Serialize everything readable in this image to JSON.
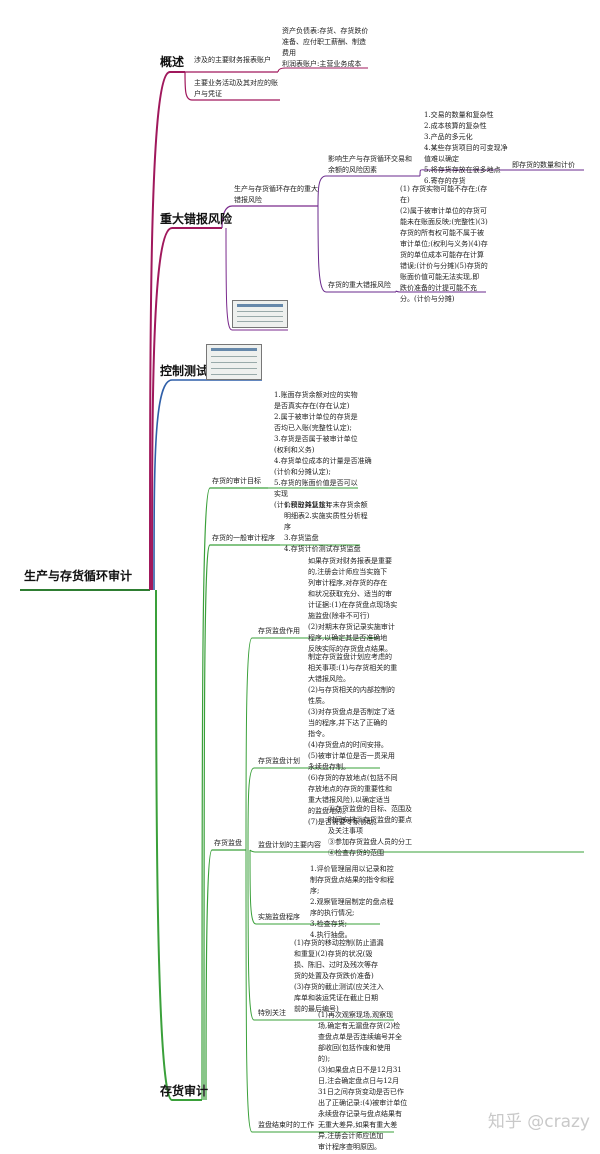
{
  "root": "生产与存货循环审计",
  "watermark": "知乎 @crazy",
  "colors": {
    "root_line": "#2e7d32",
    "branch1": "#a0185c",
    "branch2": "#a0185c",
    "branch3": "#2f5fa8",
    "branch4": "#3aa03a",
    "b2_deep": "#6a2a8c"
  },
  "b1": {
    "label": "概述",
    "n1": "涉及的主要财务报表账户",
    "n1_detail": "资产负债表:存货、存货跌价\n准备、应付职工薪酬、制造\n费用\n利润表账户:主营业务成本",
    "n2": "主要业务活动及其对应的账\n户与凭证"
  },
  "b2": {
    "label": "重大错报风险",
    "n1": "生产与存货循环存在的重大\n错报风险",
    "factors_label": "影响生产与存货循环交易和\n余额的风险因素",
    "factors_detail": "1.交易的数量和复杂性\n2.成本核算的复杂性\n3.产品的多元化\n4.某些存货项目的可变现净\n值难以确定\n5.将存货存放在很多地点\n6.寄存的存货",
    "factors_note": "即存货的数量和计价",
    "risk_label": "存货的重大错报风险",
    "risk_detail": "(1) 存货实物可能不存在;(存\n在)\n(2)属于被审计单位的存货可\n能未在账面反映;(完整性)(3)\n存货的所有权可能不属于被\n审计单位;(权利与义务)(4)存\n货的单位成本可能存在计算\n错误;(计价与分摊)(5)存货的\n账面价值可能无法实现,即\n跌价准备的计提可能不充\n分。(计价与分摊)",
    "image_icon": "table-image-icon"
  },
  "b3": {
    "label": "控制测试",
    "image_icon": "table-image-icon"
  },
  "b4": {
    "label": "存货审计",
    "objective_label": "存货的审计目标",
    "objective_detail": "1.账面存货余额对应的实物\n是否真实存在(存在认定)\n2.属于被审计单位的存货是\n否均已入账(完整性认定);\n3.存货是否属于被审计单位\n(权利和义务)\n4.存货单位成本的计量是否准确\n(计价和分摊认定);\n5.存货的账面价值是否可以\n实现\n(计价和分摊认定)。",
    "procedure_label": "存货的一般审计程序",
    "procedure_detail": "1.获取并复核年末存货余额\n明细表2.实施实质性分析程\n序\n3.存货监盘\n4.存货计价测试存货监盘",
    "count_label": "存货监盘",
    "effect_label": "存货监盘作用",
    "effect_detail": "如果存货对财务报表是重要\n的,注册会计师应当实施下\n列审计程序,对存货的存在\n和状况获取充分、适当的审\n计证据:(1)在存货盘点现场实\n施监盘(除非不可行)\n(2)对期末存货记录实施审计\n程序,以确定其是否准确地\n反映实际的存货盘点结果。",
    "plan_label": "存货监盘计划",
    "plan_detail": "制定存货监盘计划应考虑的\n相关事项:(1)与存货相关的重\n大错报风险。\n(2)与存货相关的内部控制的\n性质。\n(3)对存货盘点是否制定了适\n当的程序,并下达了正确的\n指令。\n(4)存货盘点的时间安排。\n(5)被审计单位是否一贯采用\n永续盘存制。\n(6)存货的存放地点(包括不同\n存放地点的存货的重要性和\n重大错报风险),以确定适当\n的监盘地点。\n(7)是否需要专家协助。",
    "plan_content_label": "监盘计划的主要内容",
    "plan_content_detail": "①存货监盘的目标、范围及\n时间安排②存货监盘的要点\n及关注事项\n③参加存货监盘人员的分工\n④检查存货的范围",
    "perform_label": "实施监盘程序",
    "perform_detail": "1.评价管理层用以记录和控\n制存货盘点结果的指令和程\n序;\n2.观察管理层制定的盘点程\n序的执行情况;\n3.检查存货;\n4.执行抽盘。",
    "special_label": "特别关注",
    "special_detail": "(1)存货的移动控制(防止遗漏\n和重复)(2)存货的状况(毁\n损、陈旧、过时及残次等存\n货的处置及存货跌价准备)\n(3)存货的截止测试(应关注入\n库单和装运凭证在截止日期\n前的最后编号)",
    "end_label": "监盘结束时的工作",
    "end_detail": "(1)再次观察现场,观察现\n场,确定有无漏盘存货(2)检\n查盘点单是否连续编号并全\n部收回(包括作废和使用\n的);\n(3)如果盘点日不是12月31\n日,注会确定盘点日与12月\n31日之间存货变动是否已作\n出了正确记录:(4)被审计单位\n永续盘存记录与盘点结果有\n无重大差异,如果有重大差\n异,注册会计师应追加\n审计程序查明原因。"
  }
}
